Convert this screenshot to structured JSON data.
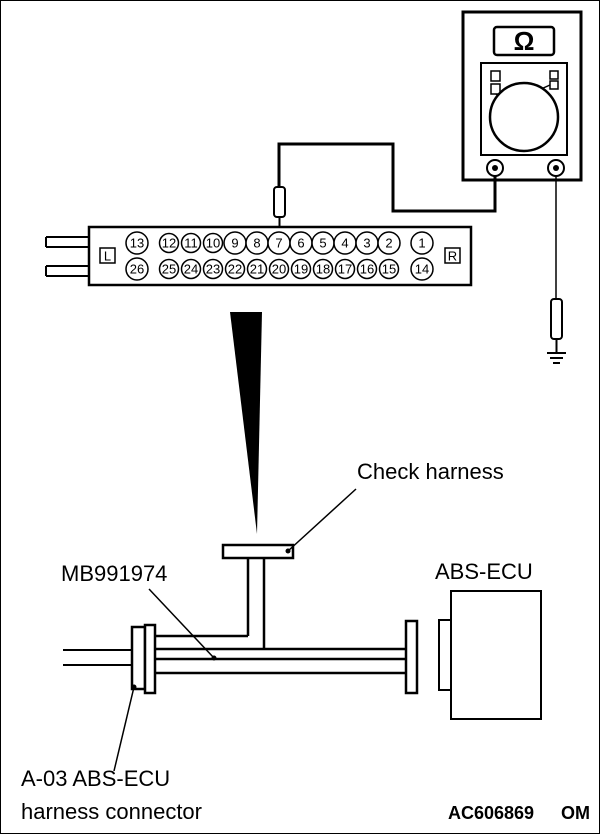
{
  "meter": {
    "symbol": "Ω",
    "icon": "ohmmeter-icon"
  },
  "connector": {
    "side_left": "L",
    "side_right": "R",
    "top_pins": [
      "13",
      "12",
      "11",
      "10",
      "9",
      "8",
      "7",
      "6",
      "5",
      "4",
      "3",
      "2",
      "1"
    ],
    "bottom_pins": [
      "26",
      "25",
      "24",
      "23",
      "22",
      "21",
      "20",
      "19",
      "18",
      "17",
      "16",
      "15",
      "14"
    ]
  },
  "labels": {
    "check_harness": "Check harness",
    "special_tool": "MB991974",
    "ecu": "ABS-ECU",
    "harness_connector_line1": "A-03 ABS-ECU",
    "harness_connector_line2": "harness connector",
    "figure_code": "AC606869",
    "figure_suffix": "OM"
  },
  "icons": [
    "ground-icon",
    "probe-icon"
  ]
}
